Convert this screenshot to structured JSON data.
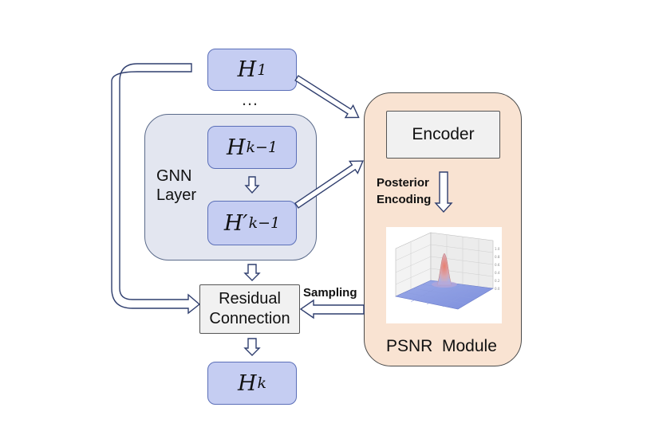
{
  "nodes": {
    "h1": {
      "base": "H",
      "sub": "1"
    },
    "hk_minus_1": {
      "base": "H",
      "sub": "k−1"
    },
    "hk_minus_1_prime": {
      "base": "H′",
      "sub": "k−1"
    },
    "hk": {
      "base": "H",
      "sub": "k"
    }
  },
  "ellipsis": "…",
  "gnn_layer": {
    "line1": "GNN",
    "line2": "Layer"
  },
  "residual": {
    "line1": "Residual",
    "line2": "Connection"
  },
  "encoder": "Encoder",
  "posterior_encoding": {
    "line1": "Posterior",
    "line2": "Encoding"
  },
  "sampling": "Sampling",
  "psnr_module": "PSNR  Module",
  "colors": {
    "node_fill": "#c5cdf2",
    "node_border": "#5b6fb8",
    "gnn_fill": "#e3e6f0",
    "psnr_fill": "#f9e3d2",
    "arrow": "#2f3e6e"
  }
}
